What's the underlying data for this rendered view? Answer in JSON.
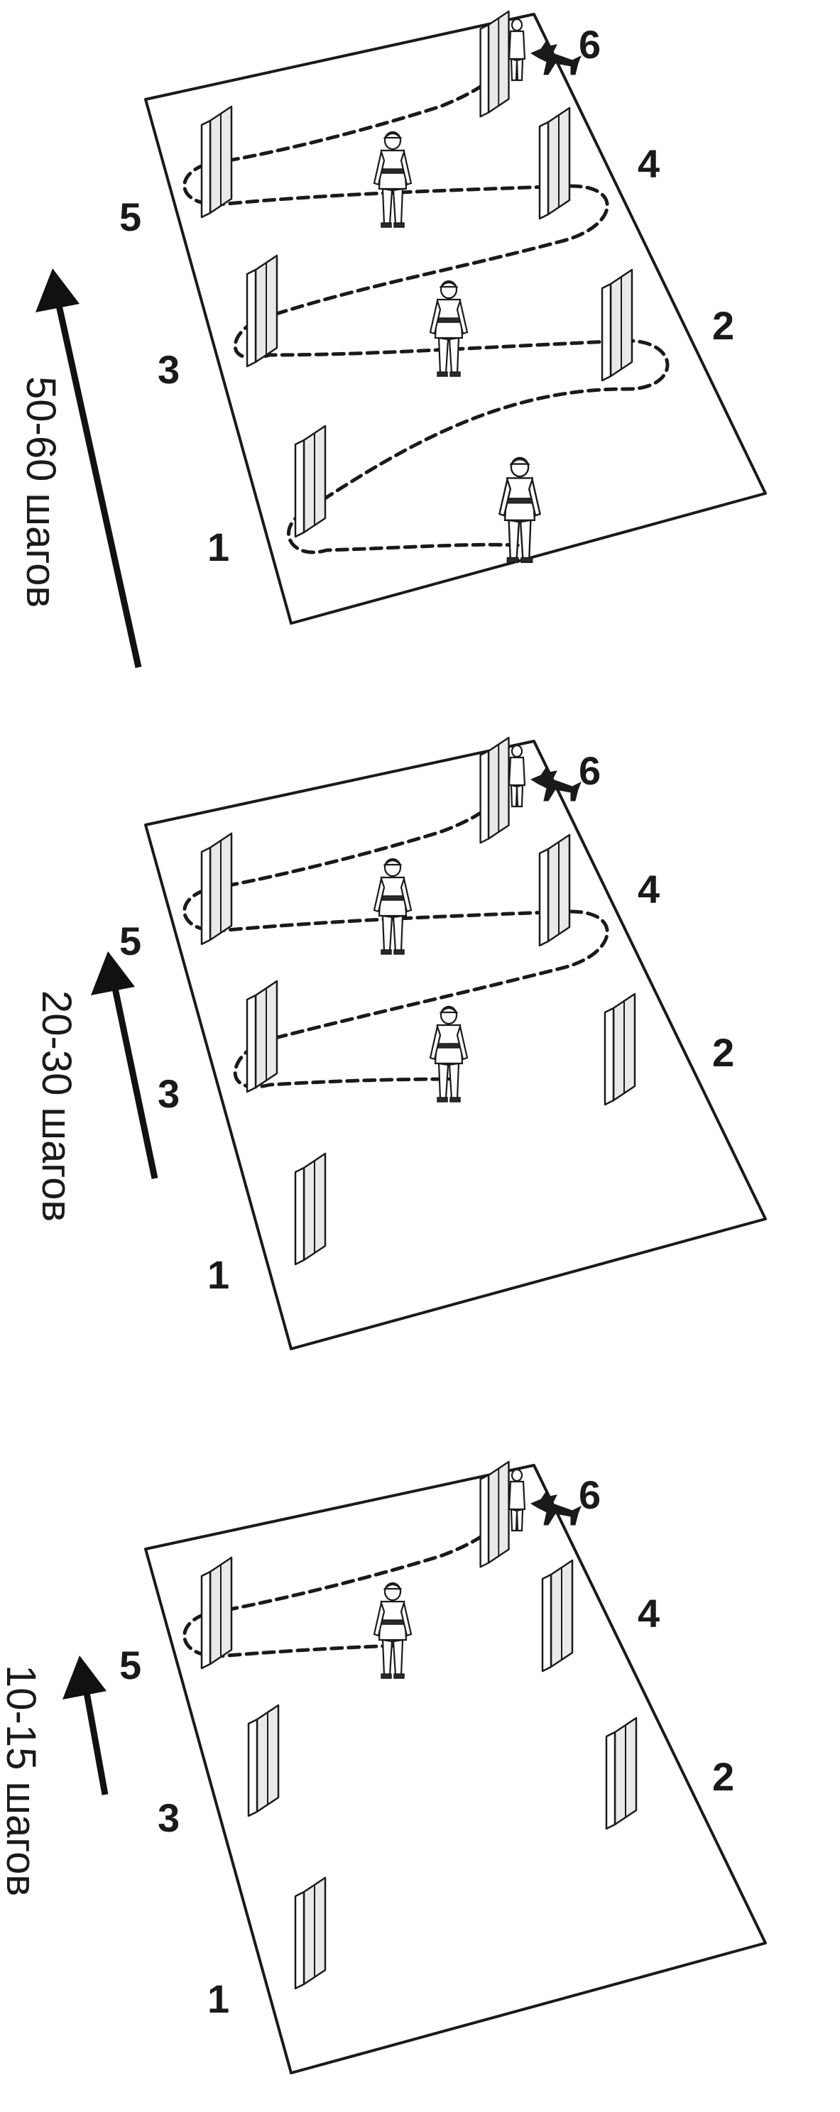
{
  "panels": [
    {
      "distance_label": "50-60 шагов",
      "blind_labels": [
        "1",
        "2",
        "3",
        "4",
        "5",
        "6"
      ]
    },
    {
      "distance_label": "20-30 шагов",
      "blind_labels": [
        "1",
        "2",
        "3",
        "4",
        "5",
        "6"
      ]
    },
    {
      "distance_label": "10-15 шагов",
      "blind_labels": [
        "1",
        "2",
        "3",
        "4",
        "5",
        "6"
      ]
    }
  ],
  "icons": {
    "blind": "blind-panel-icon",
    "person": "decoy-person-icon",
    "dog": "dog-icon"
  }
}
